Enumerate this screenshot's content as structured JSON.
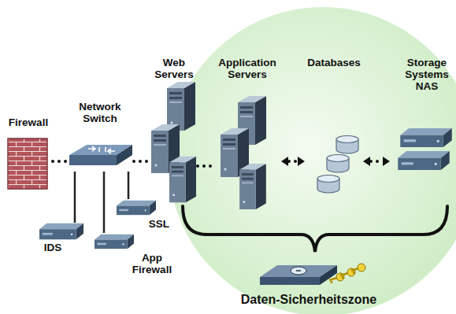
{
  "diagram": {
    "nodes": [
      {
        "text": [
          "Firewall"
        ]
      },
      {
        "text": [
          "Network Switch"
        ]
      },
      {
        "text": [
          "Web Servers"
        ]
      },
      {
        "text": [
          "Application Servers"
        ]
      },
      {
        "text": [
          "Databases"
        ]
      },
      {
        "text": [
          "Storage Systems NAS"
        ]
      },
      {
        "text": [
          "IDS"
        ]
      },
      {
        "text": [
          "SSL"
        ]
      },
      {
        "text": [
          "App Firewall"
        ]
      }
    ],
    "edges": [
      {
        "from": 0,
        "to": 1,
        "arrow": "none"
      },
      {
        "from": 1,
        "to": 2,
        "arrow": "none"
      },
      {
        "from": 2,
        "to": 3,
        "arrow": "none"
      },
      {
        "from": 3,
        "to": 4,
        "arrow": "both"
      },
      {
        "from": 4,
        "to": 5,
        "arrow": "both"
      },
      {
        "from": 1,
        "to": 6,
        "arrow": "none"
      },
      {
        "from": 1,
        "to": 7,
        "arrow": "none"
      },
      {
        "from": 1,
        "to": 8,
        "arrow": "none"
      }
    ],
    "labels": [
      "Daten-Sicherheitszone"
    ]
  }
}
